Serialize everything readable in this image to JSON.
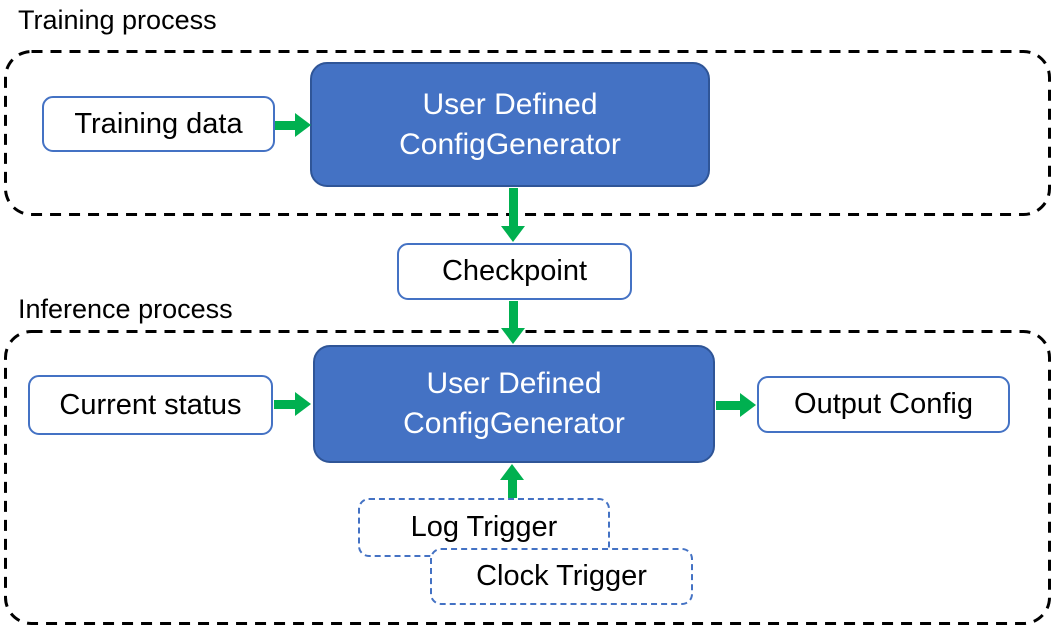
{
  "colors": {
    "generator_fill": "#4472C4",
    "generator_border": "#2F5597",
    "node_border": "#4472C4",
    "arrow_green": "#00B050",
    "container_border": "#000000",
    "text_dark": "#000000",
    "text_light": "#FFFFFF"
  },
  "labels": {
    "training_section": "Training process",
    "inference_section": "Inference process"
  },
  "nodes": {
    "training_data": "Training data",
    "generator_line1": "User Defined",
    "generator_line2": "ConfigGenerator",
    "checkpoint": "Checkpoint",
    "current_status": "Current status",
    "output_config": "Output Config",
    "log_trigger": "Log Trigger",
    "clock_trigger": "Clock Trigger"
  }
}
